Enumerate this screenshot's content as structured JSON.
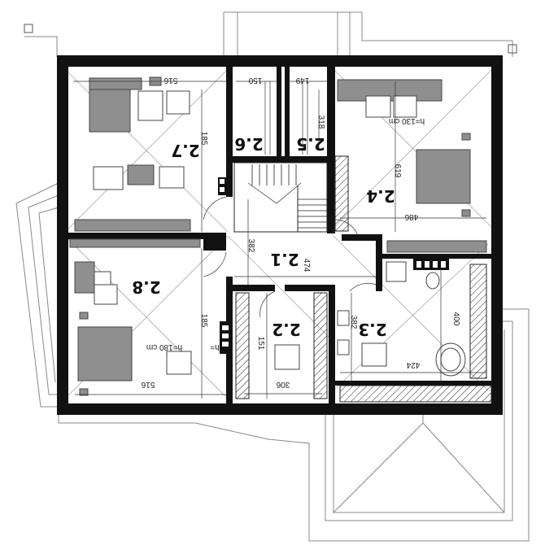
{
  "rooms": {
    "r27": "2.7",
    "r26": "2.6",
    "r25": "2.5",
    "r24": "2.4",
    "r21": "2.1",
    "r28": "2.8",
    "r22": "2.2",
    "r23": "2.3"
  },
  "dimensions": {
    "d516_top": "516",
    "d150": "150",
    "d149": "149",
    "d318": "318",
    "d619": "619",
    "d486": "486",
    "d185_top": "185",
    "d382": "382",
    "d474": "474",
    "d185_bottom": "185",
    "d516_bottom": "516",
    "d151": "151",
    "d306": "306",
    "d382_b": "382",
    "d400": "400",
    "d424": "424"
  },
  "notes": {
    "h_top": "h=130 cm",
    "h_bottom": "h=180 cm",
    "h_bottom_right": "h="
  },
  "colors": {
    "wall": "#111111",
    "furniture": "#8f8f8f",
    "roof_line": "#888888"
  }
}
